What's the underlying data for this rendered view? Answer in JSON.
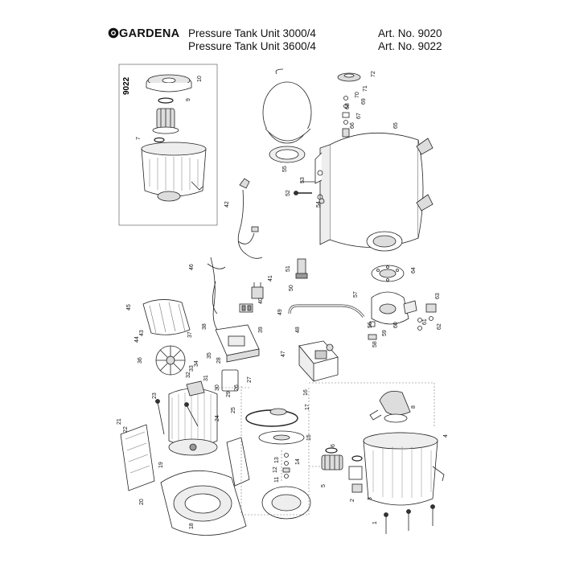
{
  "header": {
    "brand": "GARDENA",
    "title_line1": "Pressure Tank Unit 3000/4",
    "title_line2": "Pressure Tank Unit 3600/4",
    "art_line1": "Art. No. 9020",
    "art_line2": "Art. No. 9022"
  },
  "inset": {
    "label": "9022"
  },
  "colors": {
    "line": "#222222",
    "fill": "#ffffff",
    "shade": "#d8d8d8",
    "dark": "#555555"
  },
  "parts": [
    "1",
    "2",
    "3",
    "4",
    "5",
    "6",
    "7",
    "8",
    "9",
    "10",
    "11",
    "12",
    "13",
    "14",
    "15",
    "16",
    "17",
    "18",
    "19",
    "20",
    "21",
    "22",
    "23",
    "24",
    "25",
    "26",
    "27",
    "28",
    "29",
    "30",
    "31",
    "32",
    "33",
    "34",
    "35",
    "36",
    "37",
    "38",
    "39",
    "40",
    "41",
    "42",
    "43",
    "44",
    "45",
    "46",
    "47",
    "48",
    "49",
    "50",
    "51",
    "52",
    "53",
    "54",
    "55",
    "56",
    "57",
    "58",
    "59",
    "60",
    "61",
    "62",
    "63",
    "64",
    "65",
    "66",
    "67",
    "68",
    "69",
    "70",
    "71",
    "72"
  ]
}
